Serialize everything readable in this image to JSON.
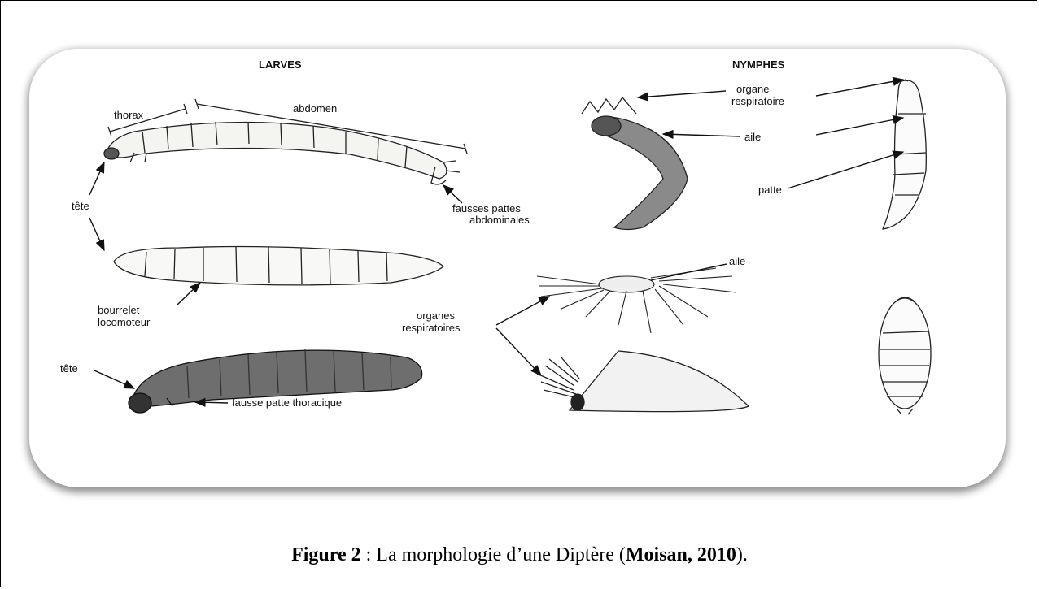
{
  "headers": {
    "larves": "LARVES",
    "nymphes": "NYMPHES"
  },
  "labels": {
    "thorax": "thorax",
    "abdomen": "abdomen",
    "tete_1": "tête",
    "tete_2": "tête",
    "fausses_pattes_1": "fausses pattes",
    "fausses_pattes_2": "abdominales",
    "bourrelet_1": "bourrelet",
    "bourrelet_2": "locomoteur",
    "fausse_patte_thoracique": "fausse patte thoracique",
    "organe_resp_1": "organe",
    "organe_resp_2": "respiratoire",
    "aile_1": "aile",
    "patte": "patte",
    "aile_2": "aile",
    "organes_resp_1": "organes",
    "organes_resp_2": "respiratoires"
  },
  "caption": {
    "figure": "Figure 2",
    "sep": " : La morphologie d’une Diptère (",
    "source": "Moisan, 2010",
    "end": ")."
  }
}
